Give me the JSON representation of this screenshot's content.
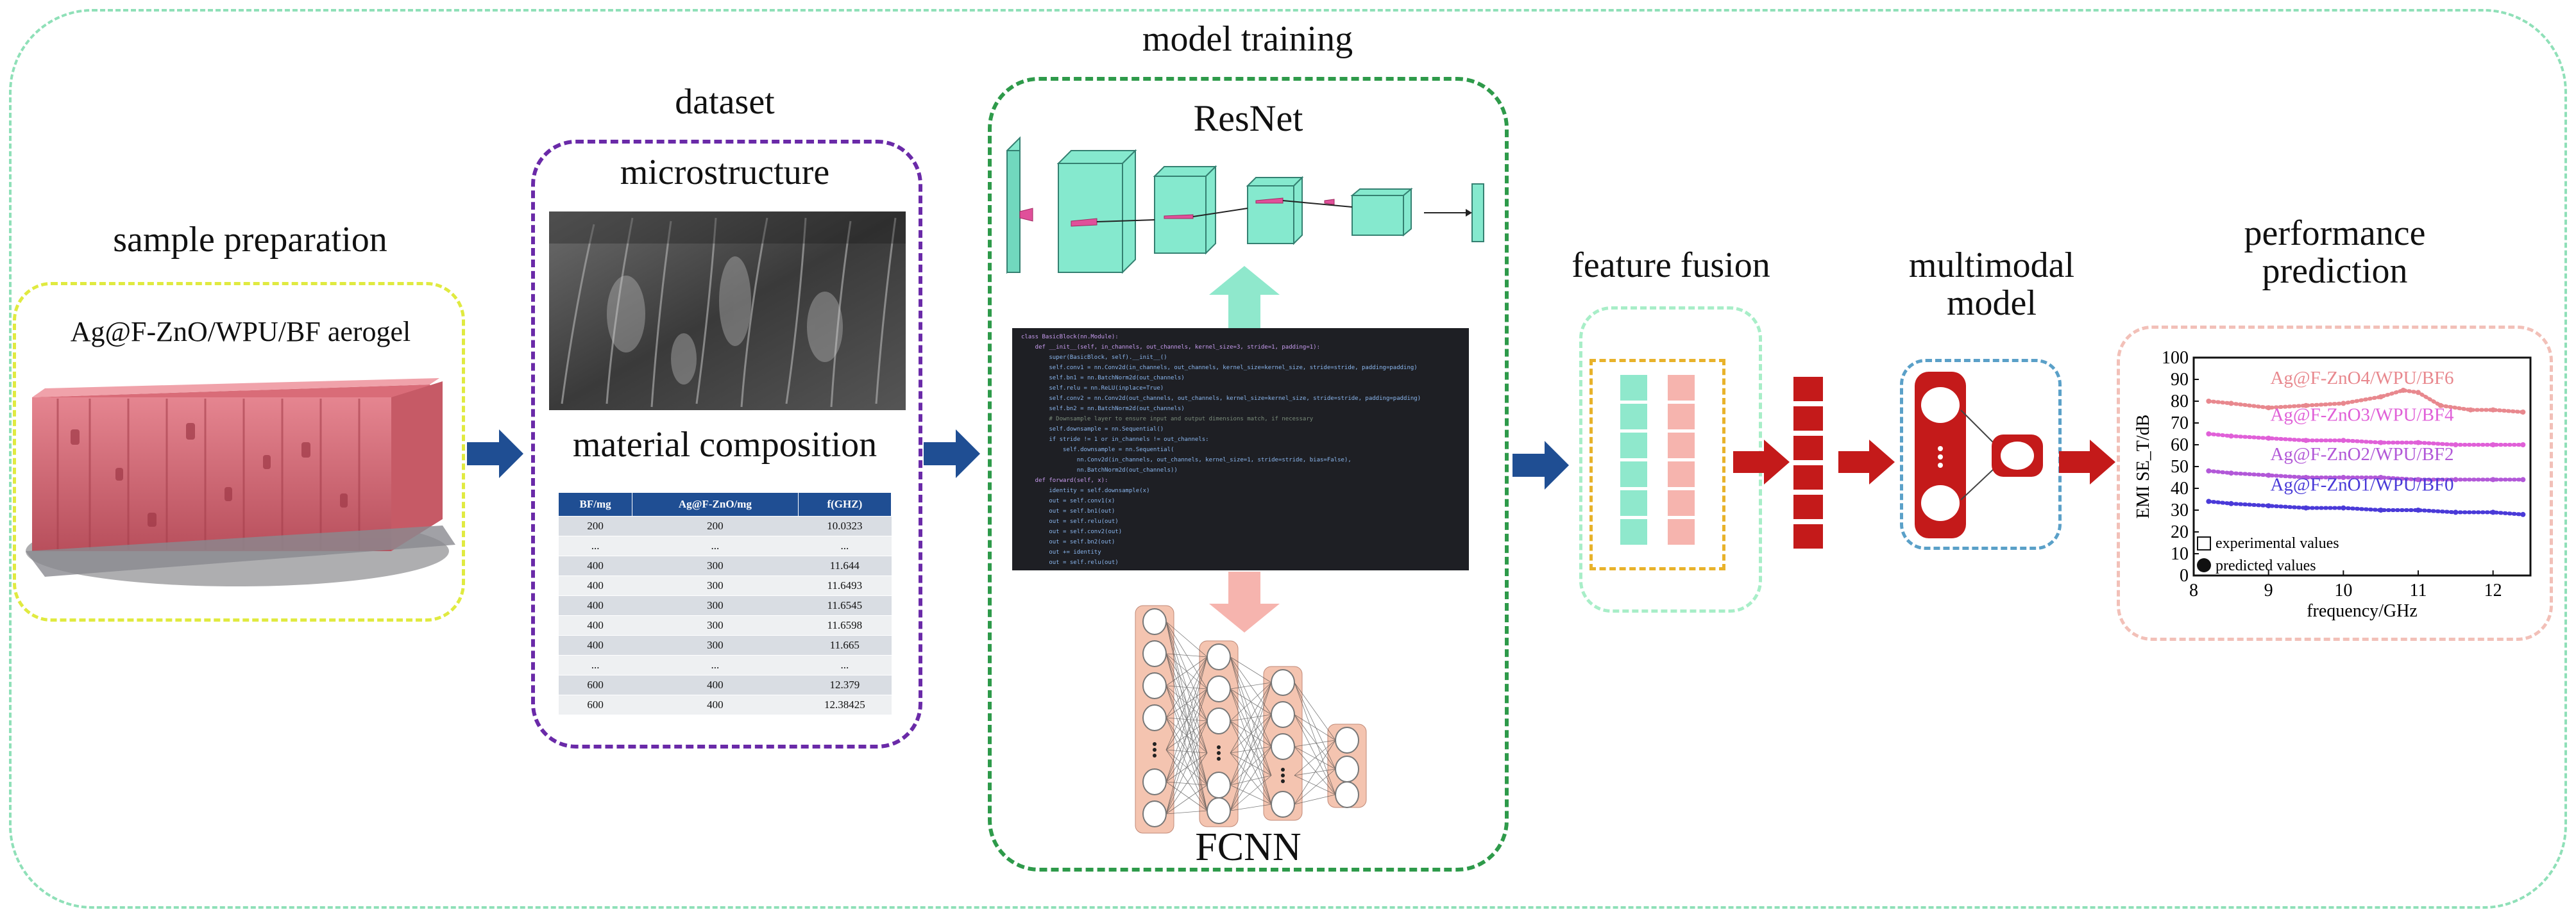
{
  "stages": {
    "sample_preparation": "sample preparation",
    "aerogel_label": "Ag@F-ZnO/WPU/BF aerogel",
    "dataset": "dataset",
    "microstructure": "microstructure",
    "material_composition": "material composition",
    "model_training": "model training",
    "resnet": "ResNet",
    "fcnn": "FCNN",
    "feature_fusion": "feature fusion",
    "multimodal_model": "multimodal\nmodel",
    "performance_prediction": "performance\nprediction"
  },
  "table": {
    "headers": [
      "BF/mg",
      "Ag@F-ZnO/mg",
      "f(GHZ)"
    ],
    "rows": [
      [
        "200",
        "200",
        "10.0323"
      ],
      [
        "...",
        "...",
        "..."
      ],
      [
        "400",
        "300",
        "11.644"
      ],
      [
        "400",
        "300",
        "11.6493"
      ],
      [
        "400",
        "300",
        "11.6545"
      ],
      [
        "400",
        "300",
        "11.6598"
      ],
      [
        "400",
        "300",
        "11.665"
      ],
      [
        "...",
        "...",
        "..."
      ],
      [
        "600",
        "400",
        "12.379"
      ],
      [
        "600",
        "400",
        "12.38425"
      ]
    ]
  },
  "code_lines": [
    "class BasicBlock(nn.Module):",
    "    def __init__(self, in_channels, out_channels, kernel_size=3, stride=1, padding=1):",
    "        super(BasicBlock, self).__init__()",
    "        self.conv1 = nn.Conv2d(in_channels, out_channels, kernel_size=kernel_size, stride=stride, padding=padding)",
    "        self.bn1 = nn.BatchNorm2d(out_channels)",
    "        self.relu = nn.ReLU(inplace=True)",
    "        self.conv2 = nn.Conv2d(out_channels, out_channels, kernel_size=kernel_size, stride=stride, padding=padding)",
    "        self.bn2 = nn.BatchNorm2d(out_channels)",
    "",
    "        # Downsample layer to ensure input and output dimensions match, if necessary",
    "        self.downsample = nn.Sequential()",
    "        if stride != 1 or in_channels != out_channels:",
    "            self.downsample = nn.Sequential(",
    "                nn.Conv2d(in_channels, out_channels, kernel_size=1, stride=stride, bias=False),",
    "                nn.BatchNorm2d(out_channels))",
    "",
    "    def forward(self, x):",
    "        identity = self.downsample(x)",
    "        out = self.conv1(x)",
    "        out = self.bn1(out)",
    "        out = self.relu(out)",
    "        out = self.conv2(out)",
    "        out = self.bn2(out)",
    "        out += identity",
    "        out = self.relu(out)"
  ],
  "chart_data": {
    "type": "line",
    "xlabel": "frequency/GHz",
    "ylabel": "EMI SE_T/dB",
    "xlim": [
      8,
      12.5
    ],
    "ylim": [
      0,
      100
    ],
    "xticks": [
      "8",
      "9",
      "10",
      "11",
      "12"
    ],
    "yticks": [
      "0",
      "10",
      "20",
      "30",
      "40",
      "50",
      "60",
      "70",
      "80",
      "90",
      "100"
    ],
    "legend": [
      "experimental values",
      "predicted values"
    ],
    "series": [
      {
        "name": "Ag@F-ZnO4/WPU/BF6",
        "color": "#e8888e",
        "x": [
          8.2,
          8.5,
          9.0,
          9.5,
          10.0,
          10.5,
          10.8,
          11.0,
          11.3,
          11.7,
          12.0,
          12.4
        ],
        "y": [
          80,
          79,
          77,
          78,
          79,
          82,
          85,
          84,
          78,
          76,
          76,
          75
        ]
      },
      {
        "name": "Ag@F-ZnO3/WPU/BF4",
        "color": "#e060d8",
        "x": [
          8.2,
          8.5,
          9.0,
          9.5,
          10.0,
          10.5,
          11.0,
          11.5,
          12.0,
          12.4
        ],
        "y": [
          65,
          64,
          63,
          62,
          62,
          61,
          61,
          60,
          60,
          60
        ]
      },
      {
        "name": "Ag@F-ZnO2/WPU/BF2",
        "color": "#b258d8",
        "x": [
          8.2,
          8.5,
          9.0,
          9.5,
          10.0,
          10.5,
          11.0,
          11.5,
          12.0,
          12.4
        ],
        "y": [
          48,
          47,
          46,
          45,
          45,
          45,
          44,
          44,
          44,
          44
        ]
      },
      {
        "name": "Ag@F-ZnO1/WPU/BF0",
        "color": "#4a3ad8",
        "x": [
          8.2,
          8.5,
          9.0,
          9.5,
          10.0,
          10.5,
          11.0,
          11.5,
          12.0,
          12.4
        ],
        "y": [
          34,
          33,
          32,
          31,
          31,
          30,
          30,
          29,
          29,
          28
        ]
      }
    ]
  },
  "colors": {
    "outer_frame": "#8fe0b8",
    "sample_frame": "#e0ea40",
    "dataset_frame": "#6a2aa8",
    "training_frame": "#2e9a4a",
    "fusion_frame": "#a8eec8",
    "multimodal_frame": "#5aa0c8",
    "prediction_frame": "#f2c0b8",
    "blue_arrow": "#1f4e93",
    "red_block": "#c41a1a",
    "resnet_block": "#7fe8cc",
    "fcnn_node": "#f4c4b0"
  }
}
